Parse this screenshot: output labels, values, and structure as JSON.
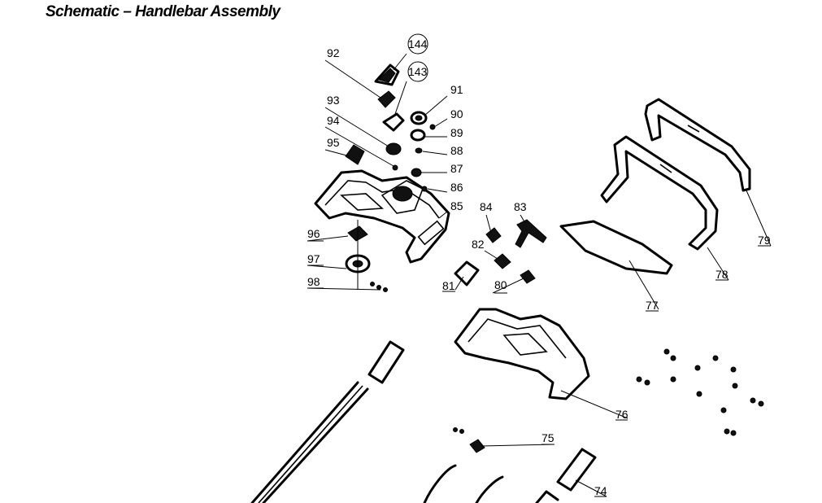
{
  "title": "Schematic – Handlebar Assembly",
  "part_labels": {
    "p144": "144",
    "p143": "143",
    "p92": "92",
    "p91": "91",
    "p90": "90",
    "p89": "89",
    "p88": "88",
    "p87": "87",
    "p86": "86",
    "p85": "85",
    "p93": "93",
    "p94": "94",
    "p95": "95",
    "p96": "96",
    "p97": "97",
    "p98": "98",
    "p84": "84",
    "p83": "83",
    "p82": "82",
    "p81": "81",
    "p80": "80",
    "p79": "79",
    "p78": "78",
    "p77": "77",
    "p76": "76",
    "p75": "75",
    "p74": "74"
  },
  "circled_labels": [
    "144",
    "143"
  ]
}
